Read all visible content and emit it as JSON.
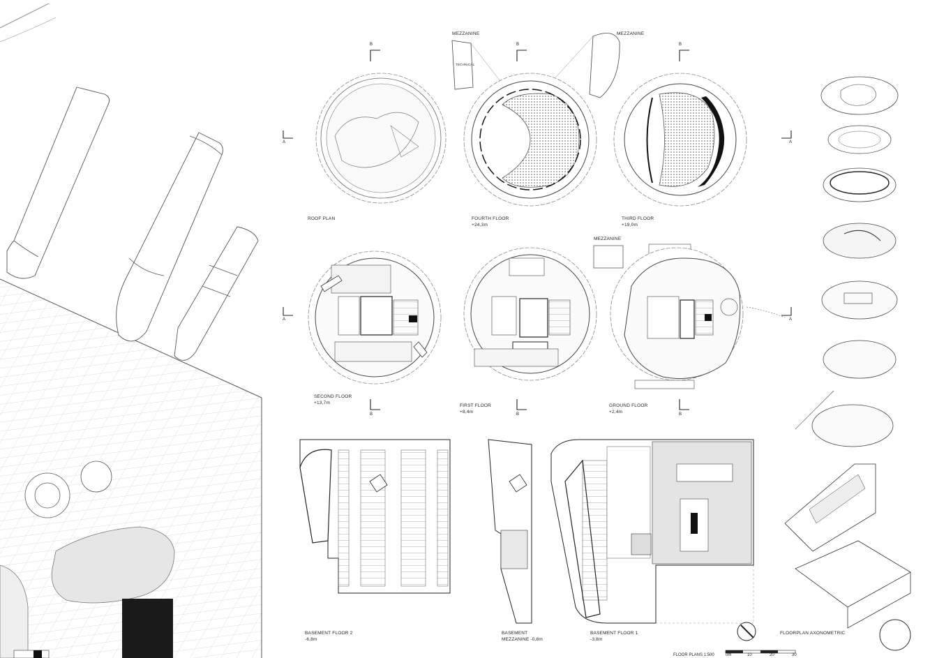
{
  "plans": {
    "roof": {
      "title": "ROOF PLAN"
    },
    "fourth": {
      "title": "FOURTH FLOOR",
      "level": "+24,3m"
    },
    "third": {
      "title": "THIRD FLOOR",
      "level": "+19,0m"
    },
    "second": {
      "title": "SECOND FLOOR",
      "level": "+13,7m"
    },
    "first": {
      "title": "FIRST FLOOR",
      "level": "+8,4m"
    },
    "ground": {
      "title": "GROUND FLOOR",
      "level": "+2,4m"
    },
    "basement2": {
      "title": "BASEMENT FLOOR 2",
      "level": "-6,8m"
    },
    "basement_mezz": {
      "title": "BASEMENT",
      "level": "MEZZANINE -0,8m"
    },
    "basement1": {
      "title": "BASEMENT FLOOR 1",
      "level": "-3,8m"
    },
    "axonometric": {
      "title": "FLOORPLAN AXONOMETRIC"
    }
  },
  "mezzanine_labels": [
    "MEZZANINE",
    "MEZZANINE",
    "MEZZANINE"
  ],
  "technical_label": "TECHNICAL",
  "section_marks": {
    "a": "A",
    "b": "B"
  },
  "scale_bar": {
    "title": "FLOOR PLANS 1:500",
    "ticks": [
      "0m",
      "10",
      "20",
      "30"
    ]
  }
}
